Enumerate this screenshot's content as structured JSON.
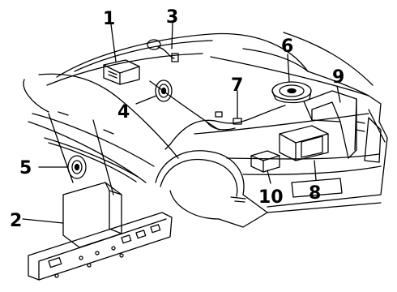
{
  "diagram": {
    "callouts": [
      {
        "id": "1",
        "label": "1"
      },
      {
        "id": "2",
        "label": "2"
      },
      {
        "id": "3",
        "label": "3"
      },
      {
        "id": "4",
        "label": "4"
      },
      {
        "id": "5",
        "label": "5"
      },
      {
        "id": "6",
        "label": "6"
      },
      {
        "id": "7",
        "label": "7"
      },
      {
        "id": "8",
        "label": "8"
      },
      {
        "id": "9",
        "label": "9"
      },
      {
        "id": "10",
        "label": "10"
      }
    ]
  },
  "colors": {
    "line": "#000000",
    "background": "#ffffff"
  }
}
